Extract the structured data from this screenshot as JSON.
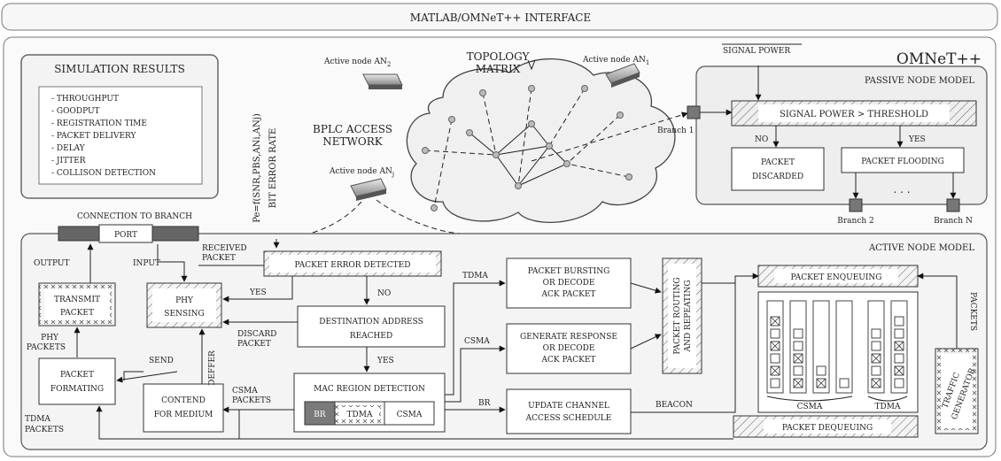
{
  "interface_title": "MATLAB/OMNeT++ INTERFACE",
  "omnet_title": "OMNeT++",
  "sim_results": {
    "title": "SIMULATION RESULTS",
    "items": [
      "- THROUGHPUT",
      "- GOODPUT",
      "- REGISTRATION TIME",
      "- PACKET DELIVERY",
      "- DELAY",
      "- JITTER",
      "- COLLISON DETECTION"
    ]
  },
  "network": {
    "topology_line1": "TOPOLOGY",
    "topology_line2": "MATRIX",
    "access_line1": "BPLC ACCESS",
    "access_line2": "NETWORK",
    "an2_label": "Active node AN",
    "an2_sub": "2",
    "an1_label": "Active node AN",
    "an1_sub": "1",
    "anj_label": "Active node AN",
    "anj_sub": "j",
    "pe_formula": "Pe=f(SNR,PBS,ANi,ANj)",
    "ber_label": "BIT ERROR RATE"
  },
  "passive": {
    "signal_power_label": "SIGNAL POWER",
    "title": "PASSIVE NODE MODEL",
    "condition": "SIGNAL POWER  >  THRESHOLD",
    "no": "NO",
    "yes": "YES",
    "discard_line1": "PACKET",
    "discard_line2": "DISCARDED",
    "flooding": "PACKET FLOODING",
    "dots": ". . .",
    "branch1": "Branch 1",
    "branch2": "Branch 2",
    "branchN": "Branch N"
  },
  "active": {
    "title": "ACTIVE NODE MODEL",
    "connection": "CONNECTION TO BRANCH",
    "port": "PORT",
    "output": "OUTPUT",
    "input": "INPUT",
    "received_line1": "RECEIVED",
    "received_line2": "PACKET",
    "transmit_line1": "TRANSMIT",
    "transmit_line2": "PACKET",
    "phy_line1": "PHY",
    "phy_line2": "SENSING",
    "phy_packets_line1": "PHY",
    "phy_packets_line2": "PACKETS",
    "send": "SEND",
    "formating_line1": "PACKET",
    "formating_line2": "FORMATING",
    "tdma_packets_line1": "TDMA",
    "tdma_packets_line2": "PACKETS",
    "contend_line1": "CONTEND",
    "contend_line2": "FOR MEDIUM",
    "deffer": "DEFFER",
    "csma_packets_line1": "CSMA",
    "csma_packets_line2": "PACKETS",
    "error_detected": "PACKET  ERROR  DETECTED",
    "yes": "YES",
    "no": "NO",
    "yes2": "YES",
    "discard_line1": "DISCARD",
    "discard_line2": "PACKET",
    "dest_line1": "DESTINATION ADDRESS",
    "dest_line2": "REACHED",
    "mac_region": "MAC REGION DETECTION",
    "br": "BR",
    "tdma": "TDMA",
    "csma": "CSMA",
    "tdma_branch": "TDMA",
    "csma_branch": "CSMA",
    "br_branch": "BR",
    "burst_line1": "PACKET BURSTING",
    "burst_line2": "OR DECODE",
    "burst_line3": "ACK PACKET",
    "gen_line1": "GENERATE RESPONSE",
    "gen_line2": "OR DECODE",
    "gen_line3": "ACK PACKET",
    "update_line1": "UPDATE CHANNEL",
    "update_line2": "ACCESS SCHEDULE",
    "routing_line1": "PACKET ROUTING",
    "routing_line2": "AND REPEATING",
    "beacon": "BEACON",
    "enqueuing": "PACKET ENQUEUING",
    "dequeuing": "PACKET DEQUEUING",
    "queue_csma": "CSMA",
    "queue_tdma": "TDMA",
    "packets": "PACKETS",
    "traffic_line1": "TRAFFIC",
    "traffic_line2": "GENERATOR"
  }
}
